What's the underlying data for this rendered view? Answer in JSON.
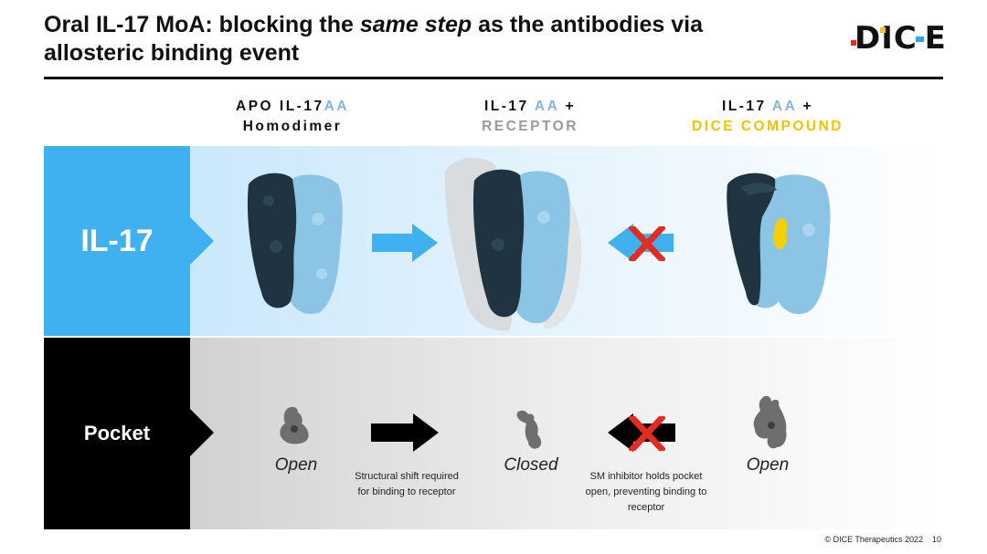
{
  "slide": {
    "title_part1": "Oral IL-17 MoA: blocking the ",
    "title_em": "same step",
    "title_part2": " as the antibodies via allosteric binding event",
    "logo_text": "DIC E"
  },
  "columns": [
    {
      "line1_prefix": "APO IL-17",
      "line1_aa": "AA",
      "line1_suffix": "",
      "line2": "Homodimer"
    },
    {
      "line1_prefix": "IL-17 ",
      "line1_aa": "AA",
      "line1_suffix": " +",
      "line2": "RECEPTOR"
    },
    {
      "line1_prefix": "IL-17 ",
      "line1_aa": "AA",
      "line1_suffix": " +",
      "line2": "DICE COMPOUND"
    }
  ],
  "rows": {
    "top_label": "IL-17",
    "bottom_label": "Pocket"
  },
  "pocket_states": [
    "Open",
    "Closed",
    "Open"
  ],
  "notes": {
    "shift": "Structural shift required for binding to receptor",
    "sm": "SM inhibitor holds pocket open, preventing binding to receptor"
  },
  "footer": {
    "copyright": "© DICE Therapeutics 2022",
    "page": "10"
  },
  "colors": {
    "accent_blue": "#3fb0f0",
    "gold": "#f3c300",
    "red_x": "#e32b22",
    "dark_protein": "#1f3340",
    "light_protein": "#8cc4e6"
  },
  "icons": [
    "right-arrow-icon",
    "left-arrow-icon",
    "red-x-icon"
  ]
}
